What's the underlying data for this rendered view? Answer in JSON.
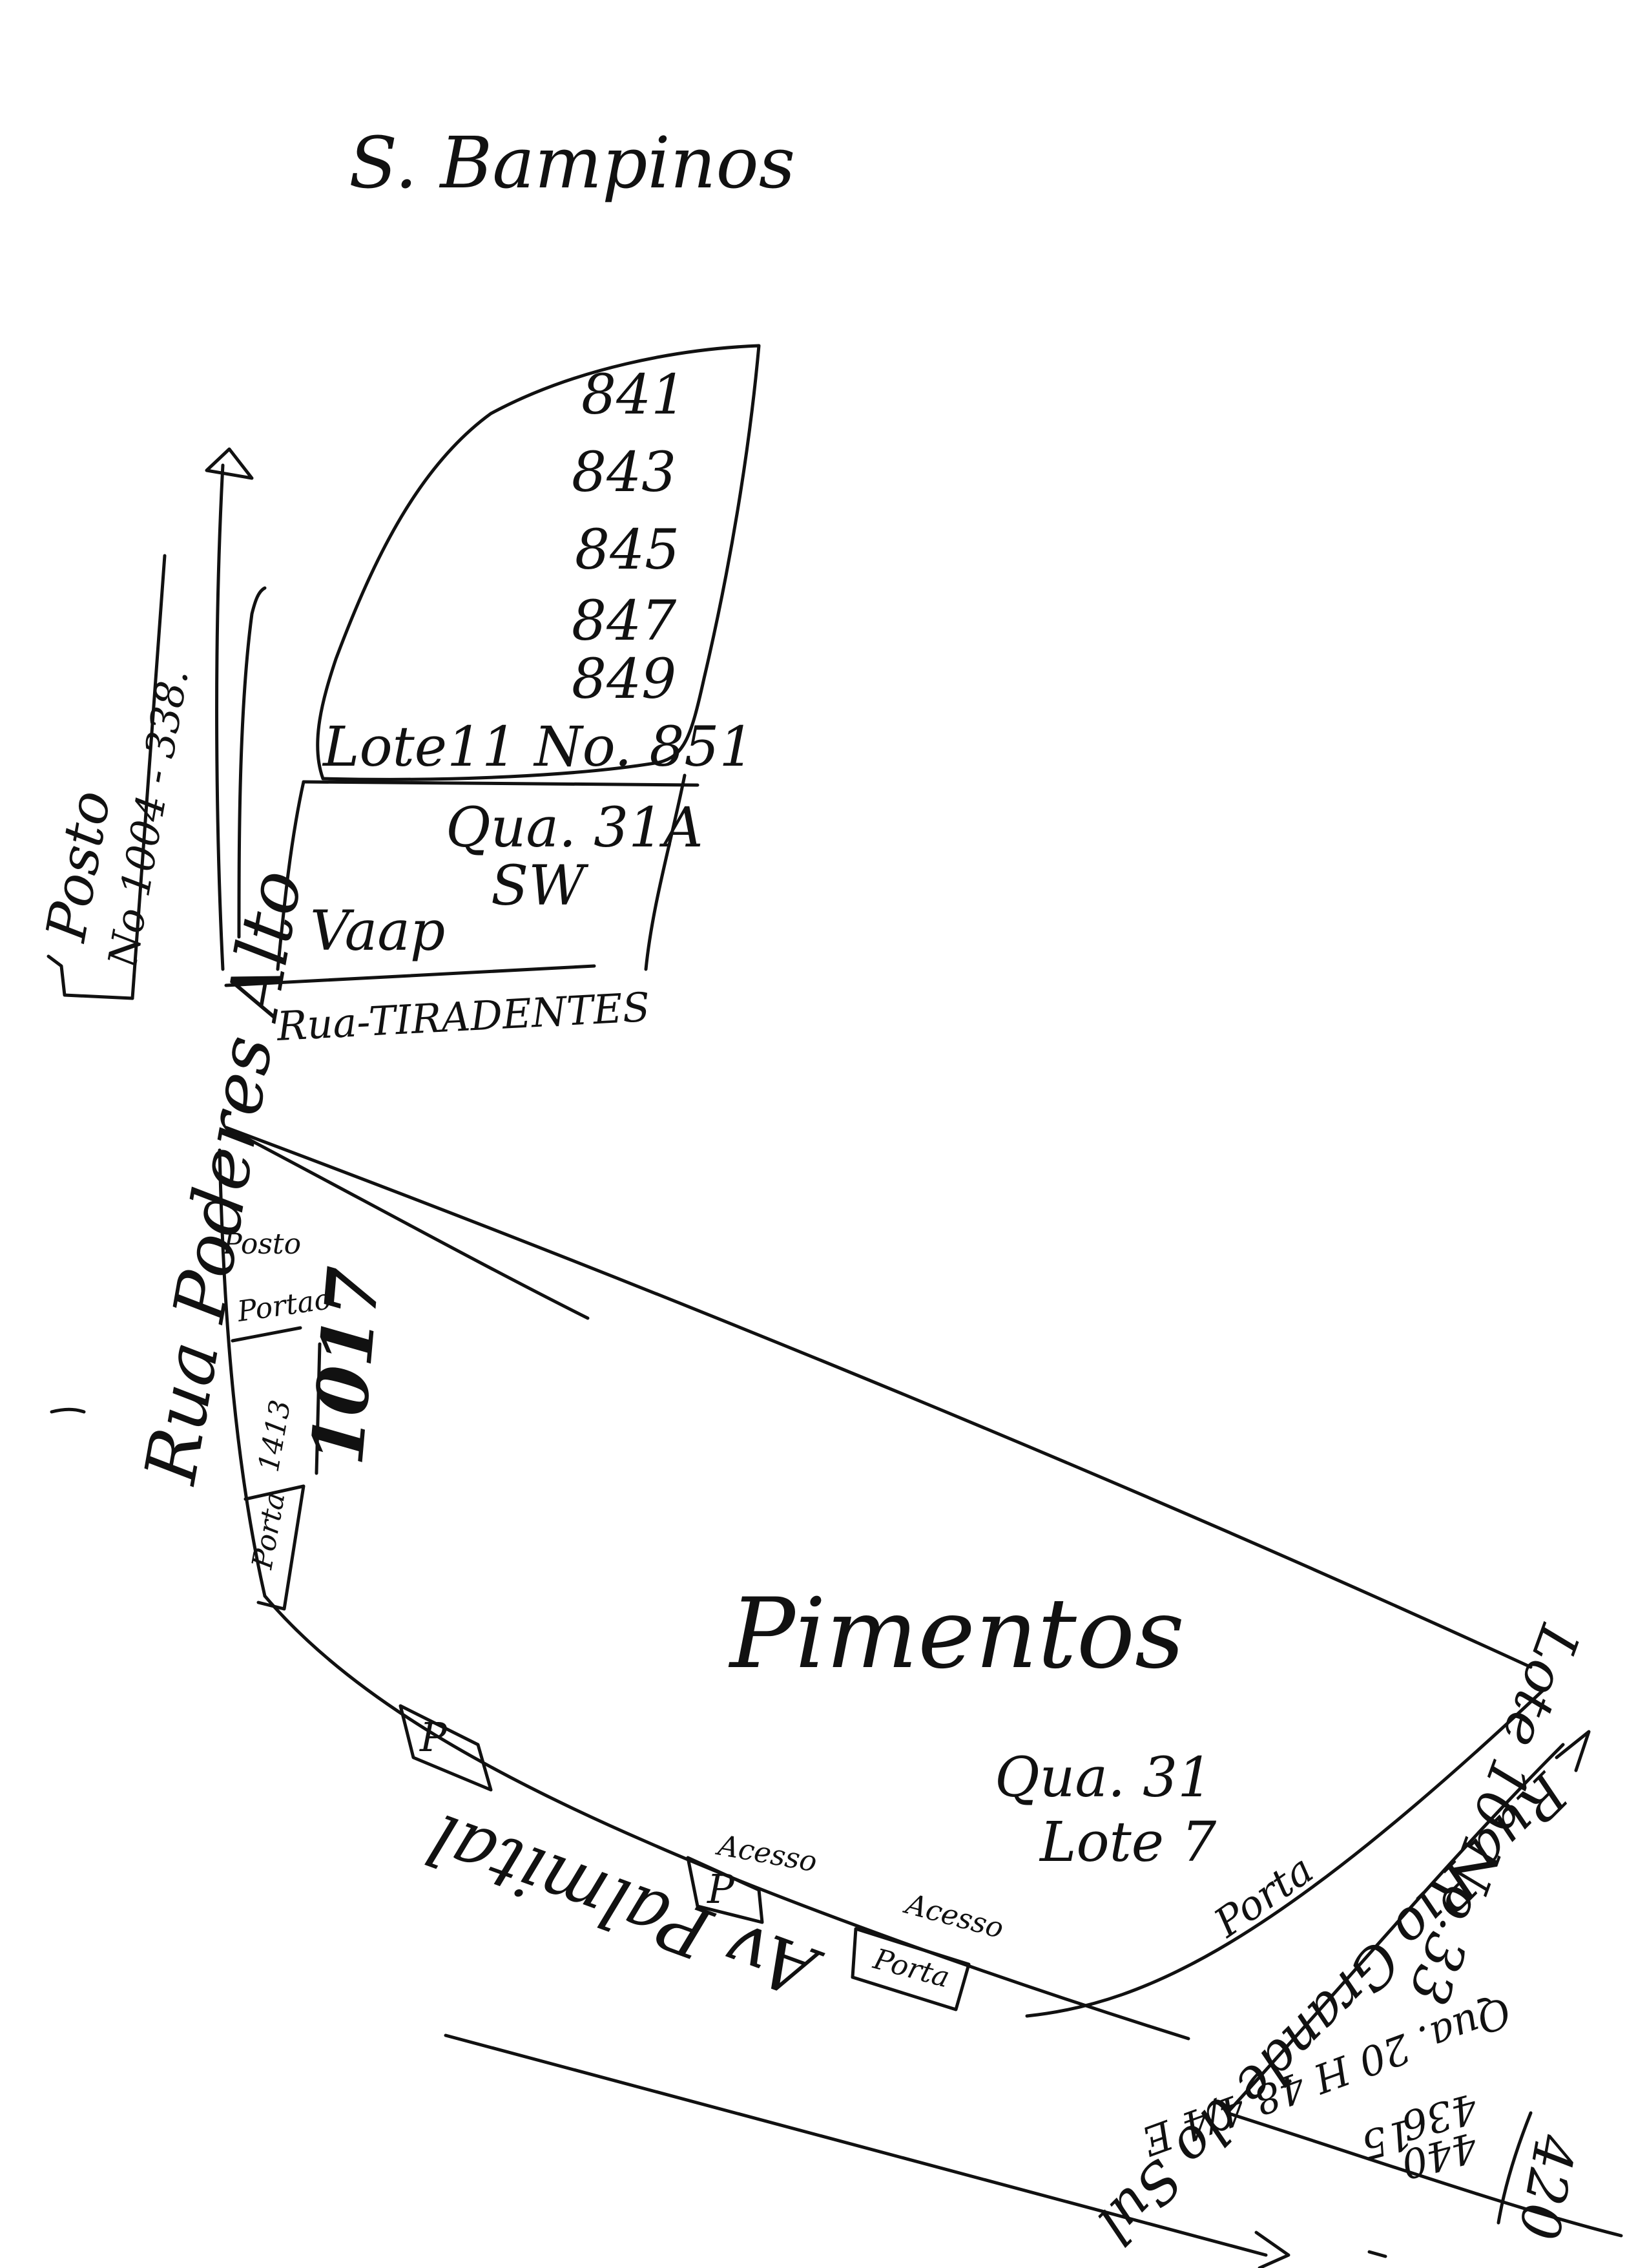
{
  "header": {
    "title": "S. Bampinos"
  },
  "top_block": {
    "lot_numbers": [
      "841",
      "843",
      "845",
      "847",
      "849"
    ],
    "lot_label": "Lote11 No. 851",
    "quadra": "Qua. 31A",
    "sector": "SW",
    "vacant_label": "Vaap"
  },
  "streets": {
    "tiradentes": "Rua-TIRADENTES",
    "posto_label": "Posto",
    "posto_numbers": "No 1004 - 338.",
    "poderes_alto": "Rua Poderes Alto",
    "av_palmital": "Av Palmital",
    "rio_grande": "Rua Rio Grande do Sul"
  },
  "main_block": {
    "name": "Pimentos",
    "quadra": "Qua. 31",
    "lote": "Lote 7",
    "lot_number": "1017",
    "annotation_1413": "1413",
    "porta_label": "Porta",
    "portao_label": "Portao",
    "posto_small": "Posto",
    "p_mark": "P",
    "acesso_1": "Acesso",
    "acesso_2": "Acesso",
    "porta_box": "Porta",
    "porta_right": "Porta",
    "right_lot": "Lote 10 No 33"
  },
  "corner": {
    "qua_line": "Qua. 20 H 48 4/4 E",
    "n436": "436",
    "n440": "440",
    "n15": "15",
    "n420": "420"
  }
}
